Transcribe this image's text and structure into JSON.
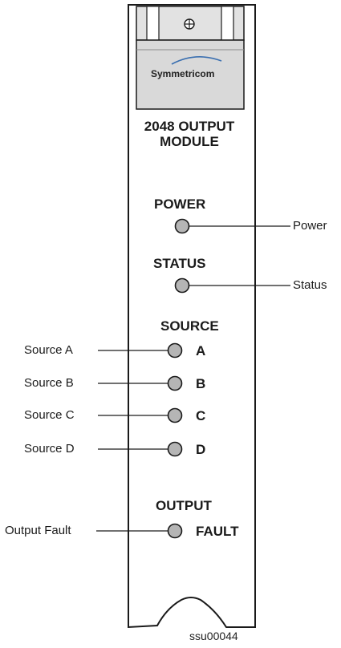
{
  "brand": {
    "name": "Symmetricom"
  },
  "module": {
    "title_line1": "2048 OUTPUT",
    "title_line2": "MODULE"
  },
  "panel": {
    "power_heading": "POWER",
    "status_heading": "STATUS",
    "source_heading": "SOURCE",
    "output_heading": "OUTPUT",
    "source_a": "A",
    "source_b": "B",
    "source_c": "C",
    "source_d": "D",
    "fault": "FAULT"
  },
  "callouts": {
    "power": "Power",
    "status": "Status",
    "source_a": "Source A",
    "source_b": "Source B",
    "source_c": "Source C",
    "source_d": "Source D",
    "output_fault": "Output Fault"
  },
  "figure_id": "ssu00044",
  "colors": {
    "led": "#b5b5b5",
    "panel": "#ffffff",
    "handle": "#d9d9d9"
  }
}
